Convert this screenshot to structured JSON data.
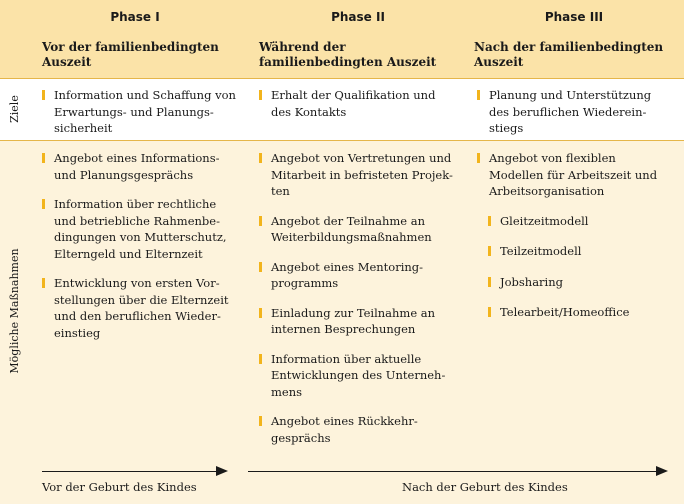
{
  "phases": [
    {
      "title": "Phase I",
      "subtitle": "Vor der familienbedingten Auszeit"
    },
    {
      "title": "Phase II",
      "subtitle": "Während der familienbedingten Auszeit"
    },
    {
      "title": "Phase III",
      "subtitle": "Nach der familienbedingten Auszeit"
    }
  ],
  "row_labels": {
    "ziele": "Ziele",
    "massnahmen": "Mögliche Maßnahmen"
  },
  "ziele": [
    "Information und Schaffung von Erwartungs- und Planungs-sicherheit",
    "Erhalt der Qualifikation und des Kontakts",
    "Planung und Unterstützung des beruflichen Wiederein-stiegs"
  ],
  "massnahmen": {
    "phase1": [
      "Angebot eines Informations- und Planungsgesprächs",
      "Information über rechtliche und betriebliche Rahmenbe-dingungen von Mutterschutz, Elterngeld und Elternzeit",
      "Entwicklung von ersten Vor-stellungen über die Elternzeit und den beruflichen Wieder-einstieg"
    ],
    "phase2": [
      "Angebot von Vertretungen und Mitarbeit in befristeten Projek-ten",
      "Angebot der Teilnahme an Weiterbildungsmaßnahmen",
      "Angebot eines Mentoring-programms",
      "Einladung zur Teilnahme an internen Besprechungen",
      "Information über aktuelle Entwicklungen des Unterneh-mens",
      "Angebot eines Rückkehr-gesprächs"
    ],
    "phase3": {
      "main": "Angebot von flexiblen Modellen für Arbeitszeit und Arbeitsorganisation",
      "sub": [
        "Gleitzeitmodell",
        "Teilzeitmodell",
        "Jobsharing",
        "Telearbeit/Homeoffice"
      ]
    }
  },
  "timeline": {
    "before": "Vor der Geburt des Kindes",
    "after": "Nach der Geburt des Kindes"
  },
  "colors": {
    "header": "#fbe3a8",
    "body": "#fdf3dc",
    "bullet": "#f2b41c",
    "rule": "#e5b64a"
  }
}
